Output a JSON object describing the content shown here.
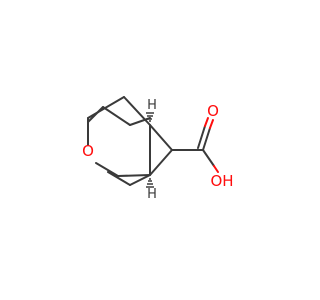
{
  "molecule": {
    "atoms": {
      "ring_oxygen": "O",
      "carbonyl_oxygen": "O",
      "hydroxyl": "OH",
      "stereo_h_top": "H",
      "stereo_h_bottom": "H"
    },
    "colors": {
      "bond": "#3a3a3a",
      "oxygen": "#ff0d0d",
      "hydrogen": "#3a3a3a"
    }
  }
}
